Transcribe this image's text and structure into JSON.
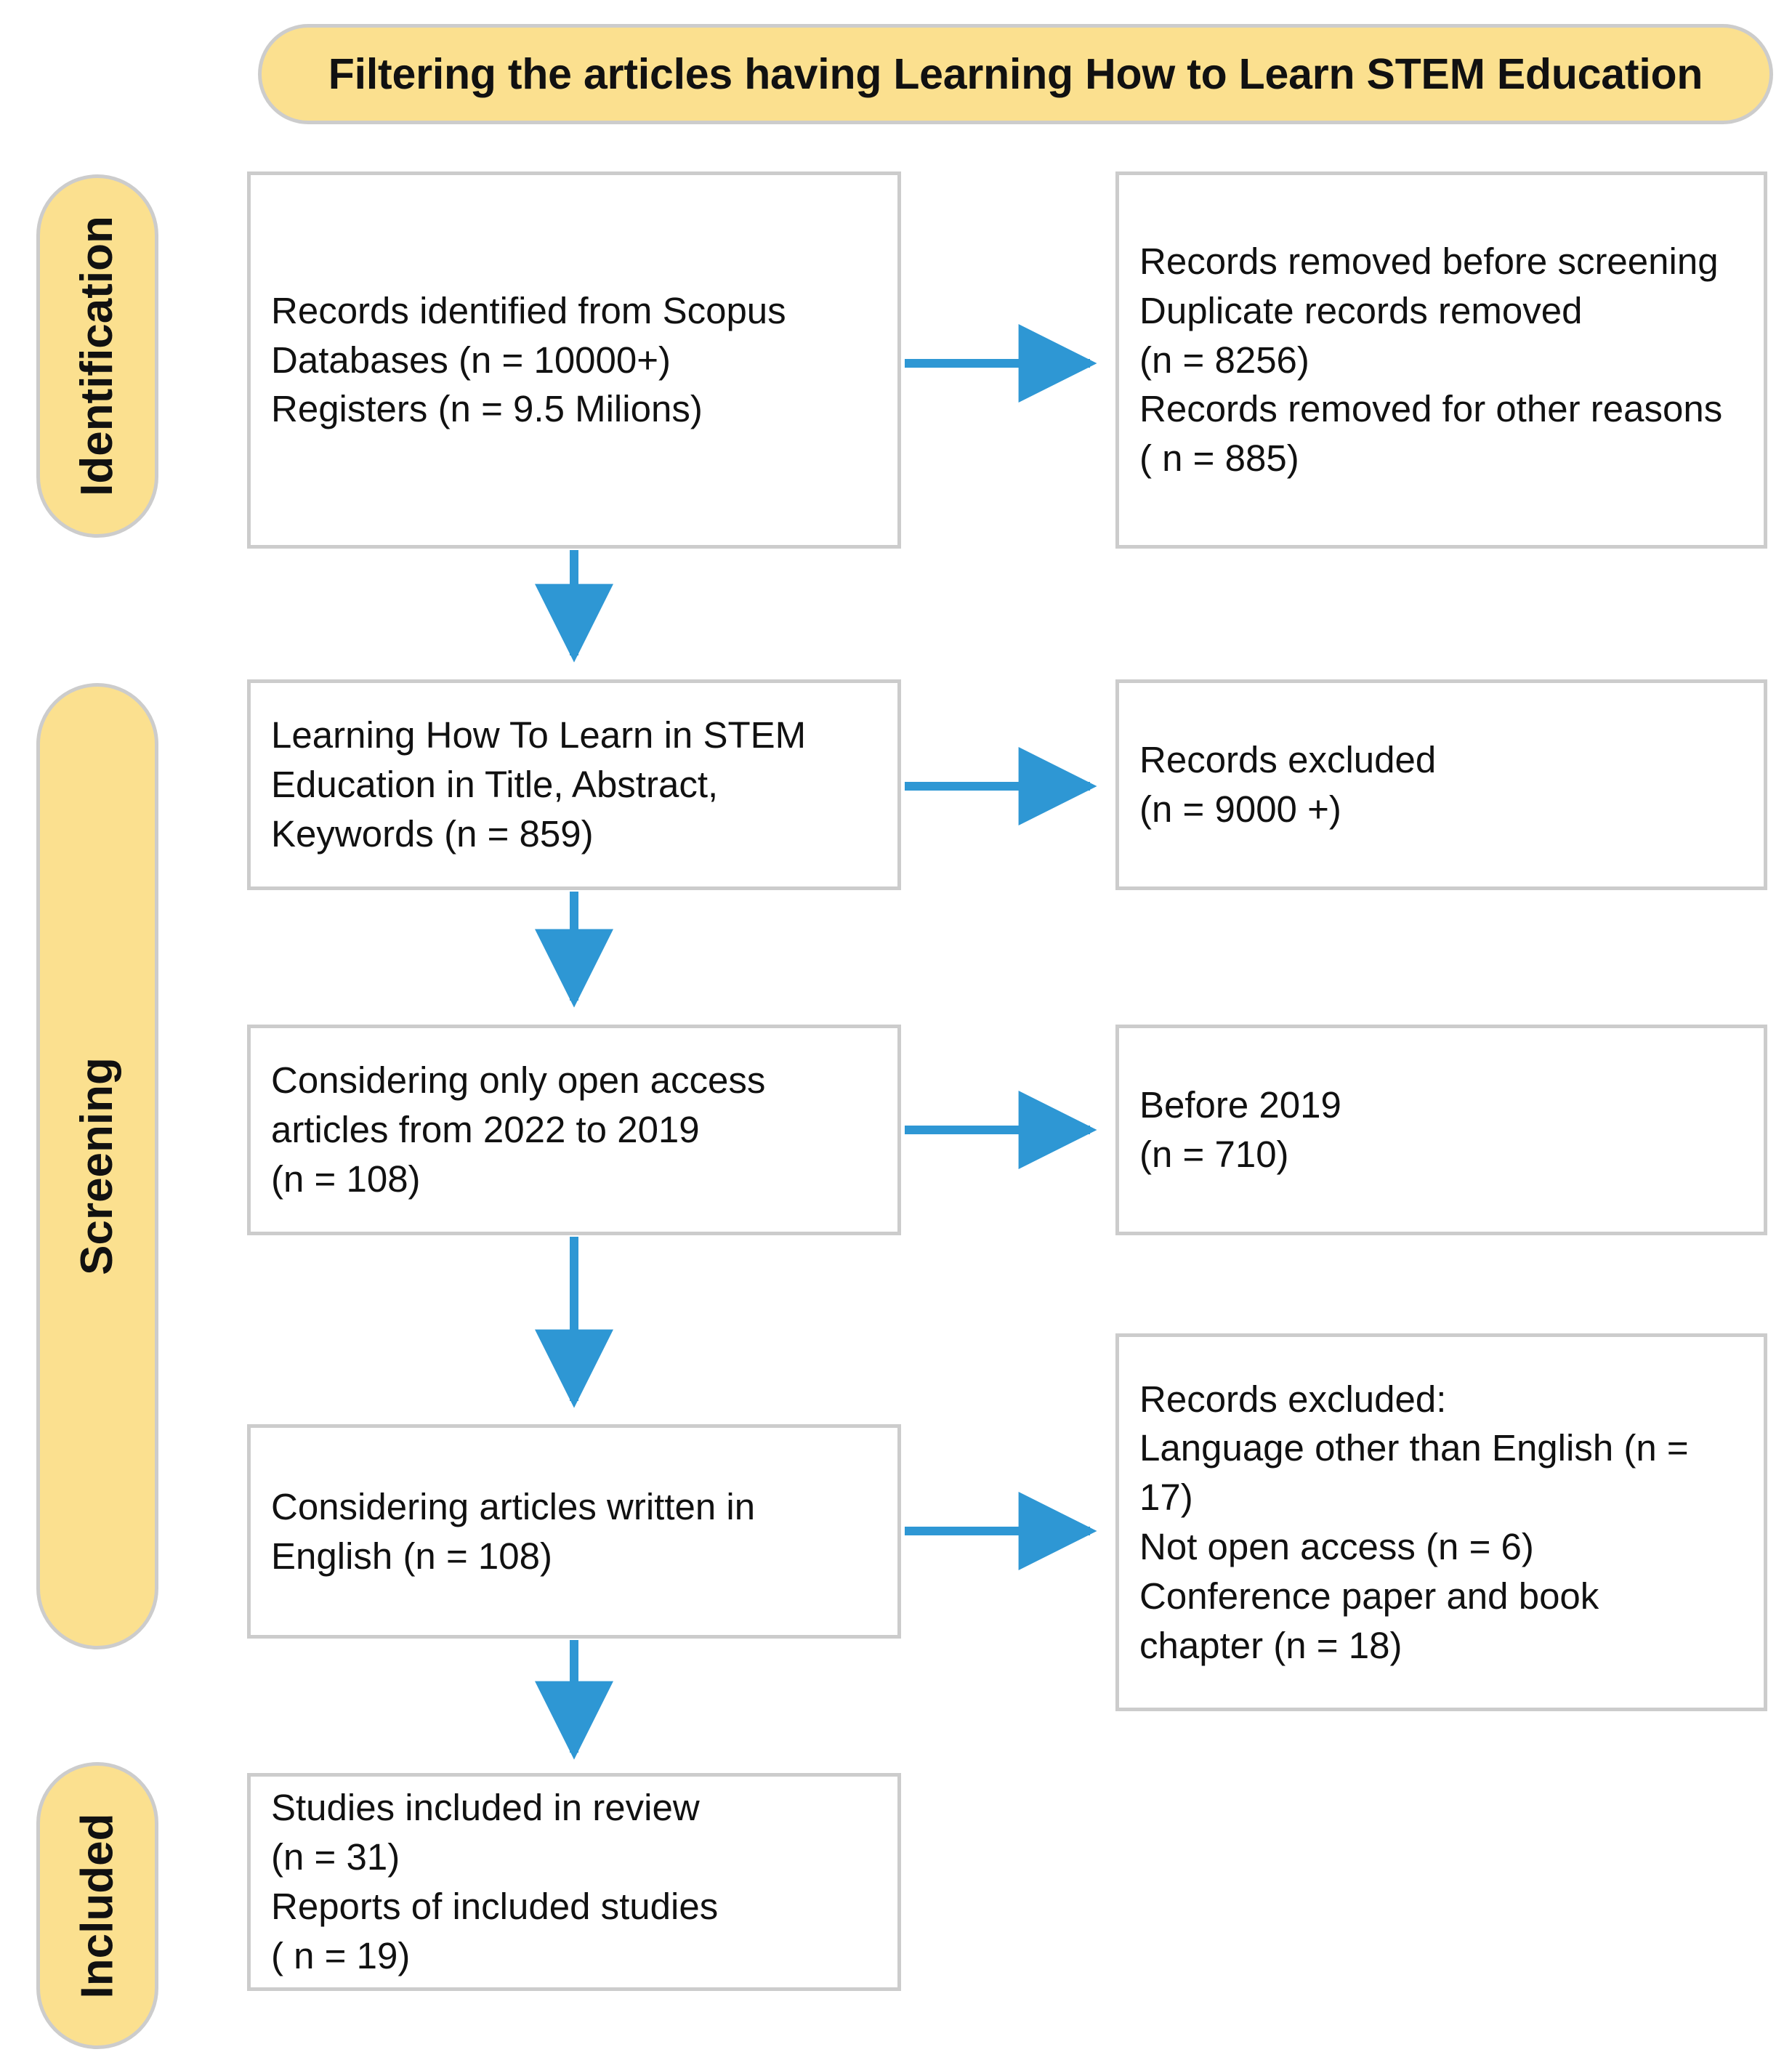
{
  "diagram": {
    "title": "Filtering the articles having Learning How to Learn STEM Education",
    "accent_yellow": "#FBE08F",
    "arrow_blue": "#2E97D4",
    "border_gray": "#CCCCCC"
  },
  "stages": {
    "identification": "Identification",
    "screening": "Screening",
    "included": "Included"
  },
  "boxes": {
    "identified": {
      "line1": "Records identified from Scopus",
      "line2": "Databases (n = 10000+)",
      "line3": "Registers (n = 9.5 Milions)"
    },
    "removed_before_screening": {
      "line1": "Records removed before screening",
      "line2": "Duplicate records removed",
      "line3": "(n = 8256)",
      "line4": "Records removed for other reasons",
      "line5": "( n = 885)"
    },
    "keyword_screen": {
      "line1": "Learning How To Learn in STEM",
      "line2": "Education in Title, Abstract,",
      "line3": "Keywords (n = 859)"
    },
    "records_excluded": {
      "line1": "Records excluded",
      "line2": "(n = 9000 +)"
    },
    "open_access": {
      "line1": "Considering only open access",
      "line2": "articles from 2022 to 2019",
      "line3": "(n = 108)"
    },
    "before_2019": {
      "line1": "Before 2019",
      "line2": "(n = 710)"
    },
    "english": {
      "line1": "Considering articles written in",
      "line2": "English (n = 108)"
    },
    "excluded_reasons": {
      "line1": "Records excluded:",
      "line2": "Language other than English (n =",
      "line3": "17)",
      "line4": "Not open access (n = 6)",
      "line5": "Conference paper and book",
      "line6": "chapter (n = 18)"
    },
    "included_studies": {
      "line1": "Studies included in review",
      "line2": "(n = 31)",
      "line3": "Reports of included studies",
      "line4": "( n = 19)"
    }
  },
  "connectors": [
    {
      "name": "identified-to-removed",
      "direction": "right"
    },
    {
      "name": "identified-to-keyword-screen",
      "direction": "down"
    },
    {
      "name": "keyword-screen-to-records-excluded",
      "direction": "right"
    },
    {
      "name": "keyword-screen-to-open-access",
      "direction": "down"
    },
    {
      "name": "open-access-to-before-2019",
      "direction": "right"
    },
    {
      "name": "open-access-to-english",
      "direction": "down"
    },
    {
      "name": "english-to-excluded-reasons",
      "direction": "right"
    },
    {
      "name": "english-to-included-studies",
      "direction": "down"
    }
  ]
}
